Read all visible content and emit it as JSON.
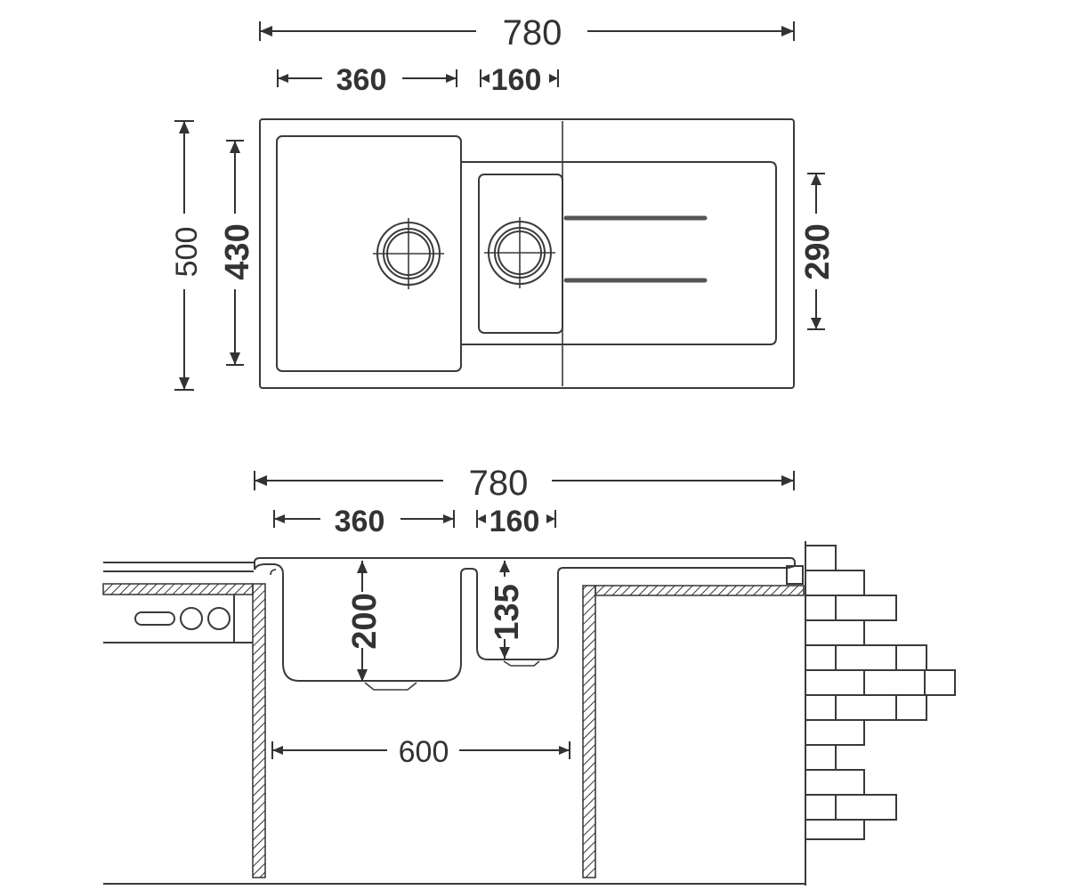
{
  "top_view": {
    "overall_width": "780",
    "main_bowl_width": "360",
    "small_bowl_width": "160",
    "overall_depth": "500",
    "main_bowl_depth": "430",
    "drainer_depth": "290"
  },
  "side_view": {
    "overall_width": "780",
    "main_bowl_width": "360",
    "small_bowl_width": "160",
    "main_bowl_height": "200",
    "small_bowl_height": "135",
    "cabinet_width": "600"
  },
  "colors": {
    "line": "#3a3a3a",
    "background": "#ffffff"
  }
}
